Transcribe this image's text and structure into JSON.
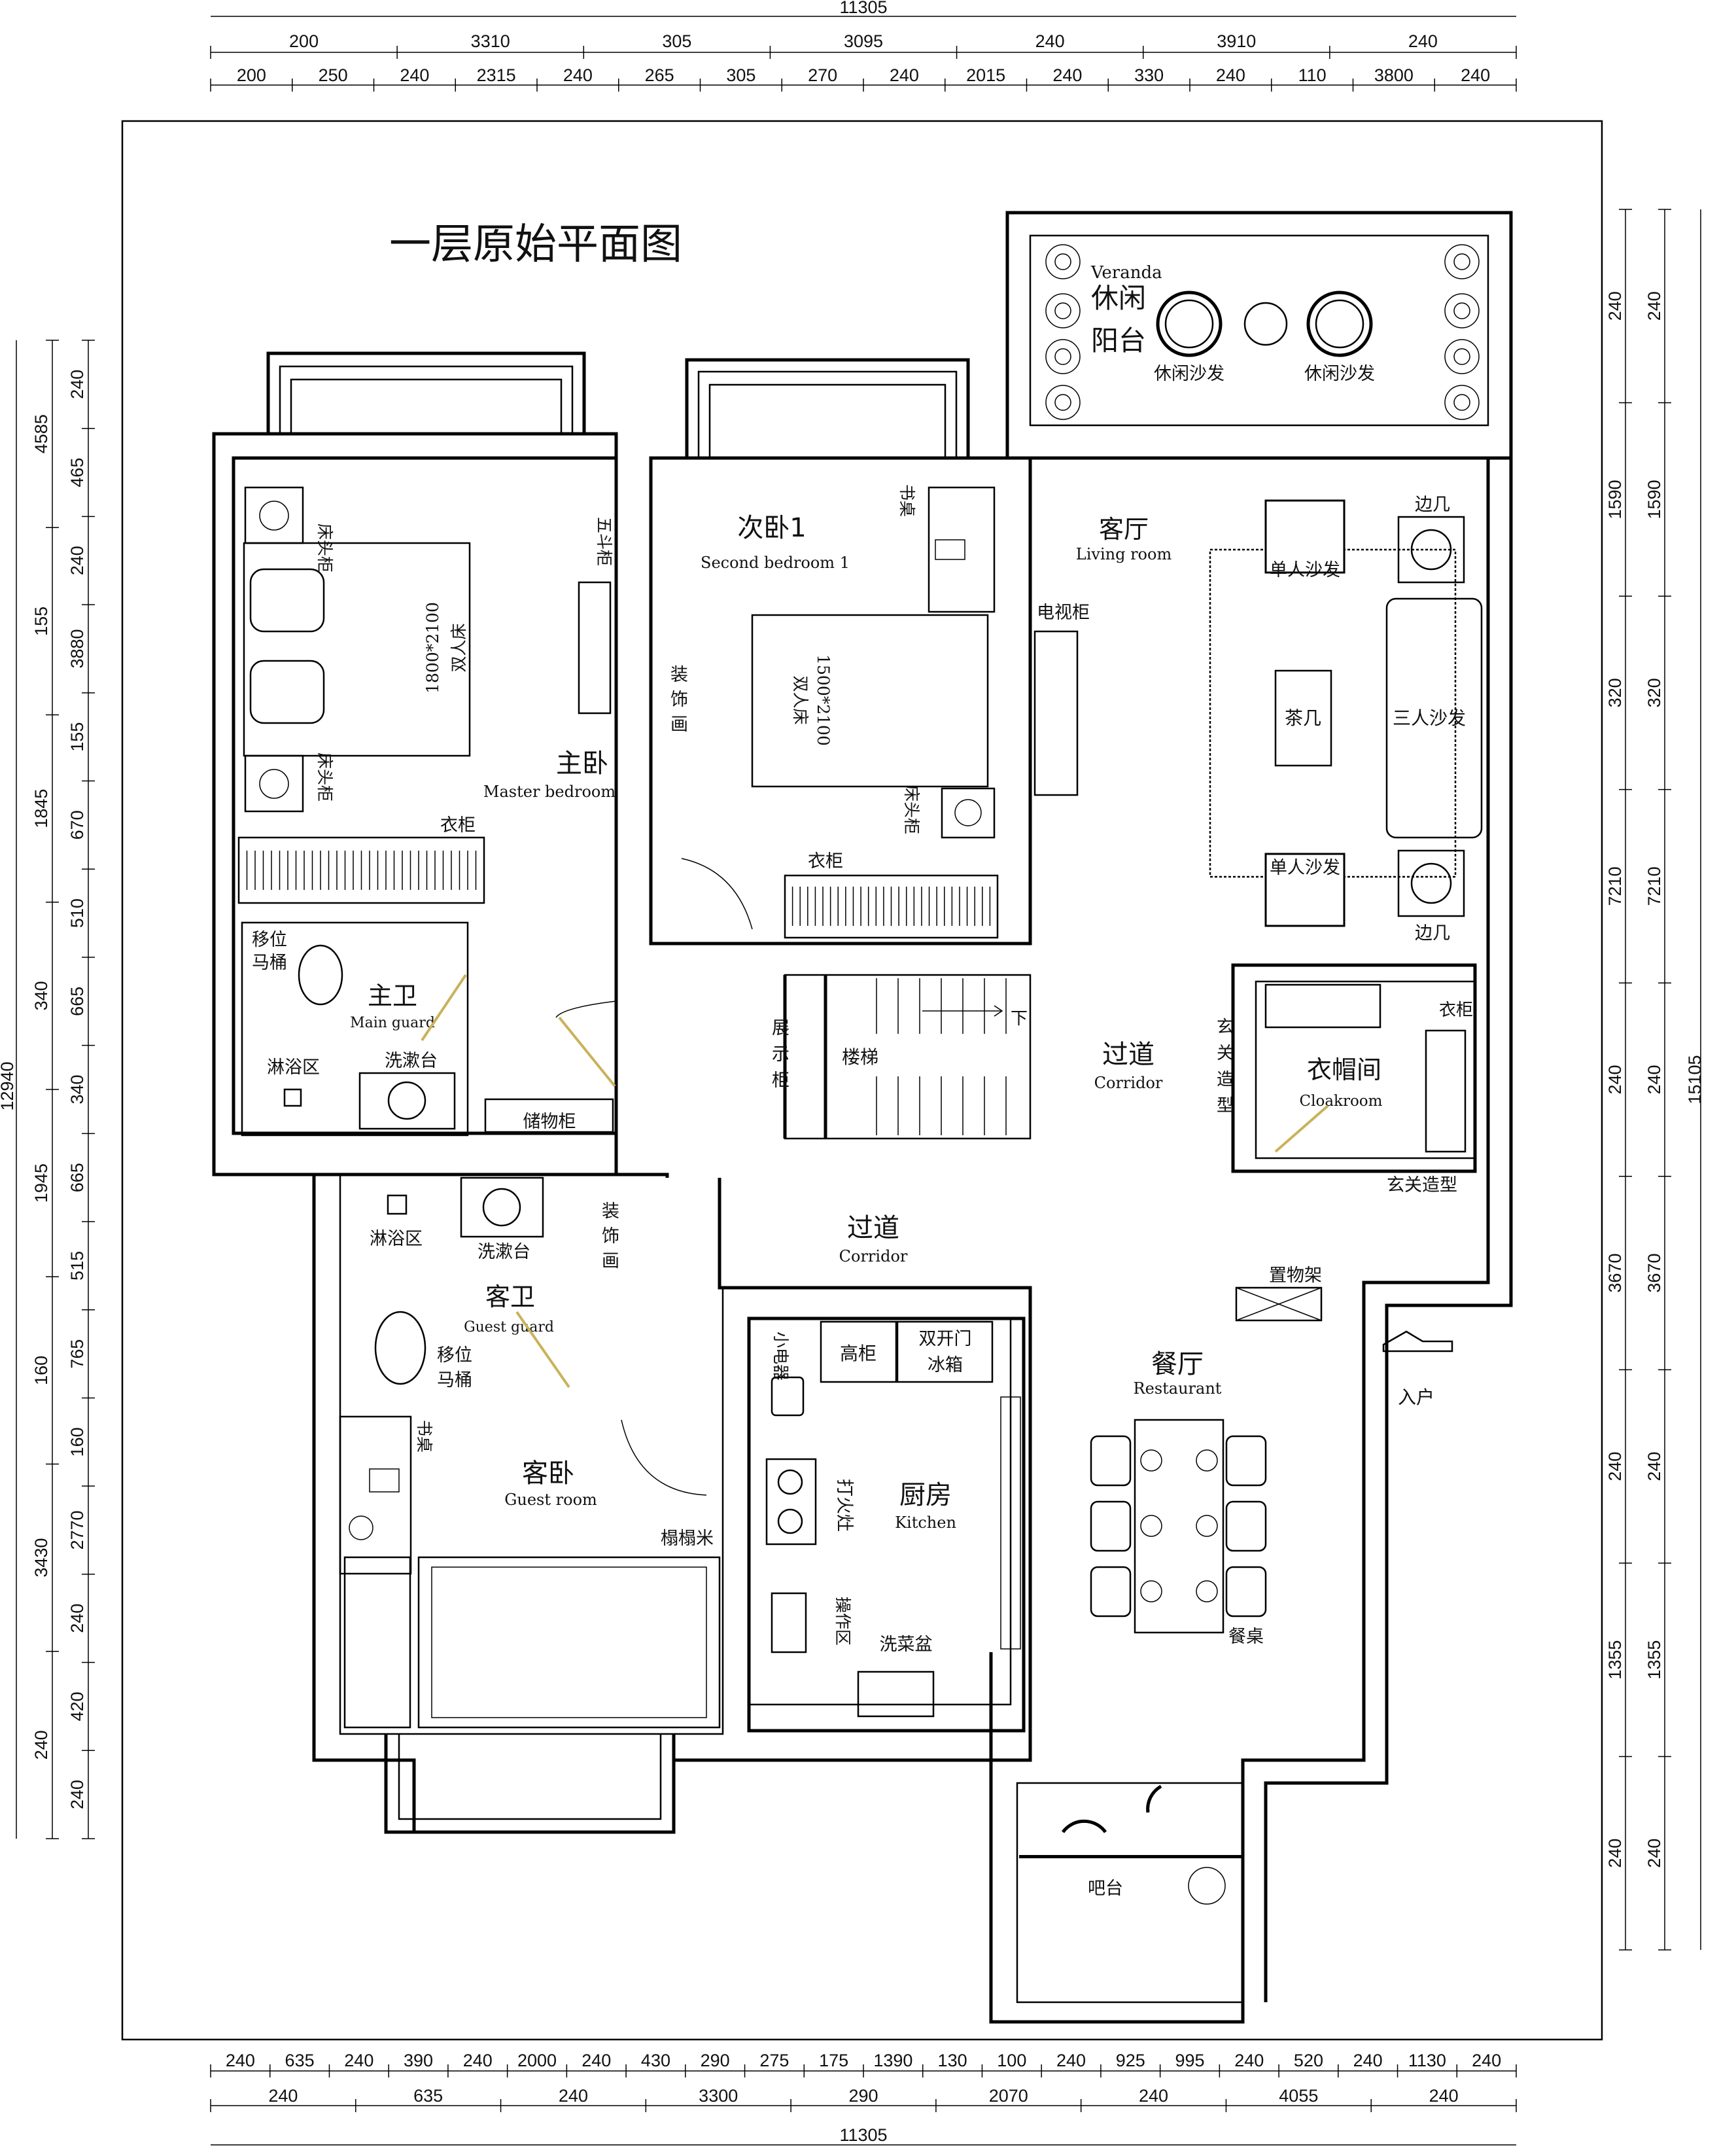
{
  "title": "一层原始平面图",
  "dimensions": {
    "top_total": "11305",
    "top_row1": [
      "200",
      "3310",
      "305",
      "3095",
      "240",
      "3910",
      "240"
    ],
    "top_row2": [
      "200",
      "250",
      "240",
      "2315",
      "240",
      "265",
      "305",
      "270",
      "240",
      "2015",
      "240",
      "330",
      "240",
      "110",
      "3800",
      "240"
    ],
    "bottom_row1": [
      "240",
      "635",
      "240",
      "390",
      "240",
      "2000",
      "240",
      "430",
      "290",
      "275",
      "175",
      "1390",
      "130",
      "100",
      "240",
      "925",
      "995",
      "240",
      "520",
      "240",
      "1130",
      "240"
    ],
    "bottom_row2": [
      "240",
      "635",
      "240",
      "3300",
      "290",
      "2070",
      "240",
      "4055",
      "240"
    ],
    "bottom_total": "11305",
    "left_total": "12940",
    "left_col1": [
      "4585",
      "155",
      "1845",
      "340",
      "1945",
      "160",
      "3430",
      "240"
    ],
    "left_col2": [
      "240",
      "465",
      "240",
      "3880",
      "155",
      "670",
      "510",
      "665",
      "340",
      "665",
      "515",
      "765",
      "160",
      "2770",
      "240",
      "420",
      "240"
    ],
    "right_total": "15105",
    "right_col1": [
      "240",
      "1590",
      "320",
      "7210",
      "240",
      "3670",
      "240",
      "1355",
      "240"
    ],
    "right_col2": [
      "240",
      "1590",
      "320",
      "7210",
      "240",
      "3670",
      "240",
      "1355",
      "240"
    ]
  },
  "rooms": {
    "veranda": {
      "en": "Veranda",
      "zh_line1": "休闲",
      "zh_line2": "阳台"
    },
    "master": {
      "zh": "主卧",
      "en": "Master bedroom"
    },
    "second": {
      "zh": "次卧1",
      "en": "Second bedroom 1"
    },
    "living": {
      "zh": "客厅",
      "en": "Living room"
    },
    "main_bath": {
      "zh": "主卫",
      "en": "Main guard"
    },
    "guest_bath": {
      "zh": "客卫",
      "en": "Guest guard"
    },
    "guest_room": {
      "zh": "客卧",
      "en": "Guest room"
    },
    "kitchen": {
      "zh": "厨房",
      "en": "Kitchen"
    },
    "restaurant": {
      "zh": "餐厅",
      "en": "Restaurant"
    },
    "corridor_a": {
      "zh": "过道",
      "en": "Corridor"
    },
    "corridor_b": {
      "zh": "过道",
      "en": "Corridor"
    },
    "cloakroom": {
      "zh": "衣帽间",
      "en": "Cloakroom"
    }
  },
  "labels": {
    "leisure_sofa_1": "休闲沙发",
    "leisure_sofa_2": "休闲沙发",
    "side_table_top": "边几",
    "side_table_bottom": "边几",
    "single_sofa_top": "单人沙发",
    "single_sofa_bottom": "单人沙发",
    "tea_table": "茶几",
    "three_seat_sofa": "三人沙发",
    "tv_cabinet": "电视柜",
    "bedside_1": "床头柜",
    "bedside_2": "床头柜",
    "bedside_3": "床头柜",
    "double_bed_size_1": "1800*2100",
    "double_bed_1": "双人床",
    "double_bed_size_2": "1500*2100",
    "double_bed_2": "双人床",
    "chest": "五斗柜",
    "deco_painting_1": "装饰画",
    "deco_painting_2": "装饰画",
    "wardrobe_1": "衣柜",
    "wardrobe_2": "衣柜",
    "wardrobe_3": "衣柜",
    "desk_1": "书桌",
    "desk_2": "书桌",
    "move_toilet_1_l1": "移位",
    "move_toilet_1_l2": "马桶",
    "move_toilet_2_l1": "移位",
    "move_toilet_2_l2": "马桶",
    "shower_1": "淋浴区",
    "shower_2": "淋浴区",
    "basin_1": "洗漱台",
    "basin_2": "洗漱台",
    "storage": "储物柜",
    "display": "展示柜",
    "stairs": "楼梯",
    "down": "下",
    "entry_deco_1": "玄关造型",
    "entry_deco_2": "玄关造型",
    "rack": "置物架",
    "entry": "入户",
    "tall_cabinet": "高柜",
    "fridge_l1": "双开门",
    "fridge_l2": "冰箱",
    "small_appliance": "小电器",
    "stove": "打火灶",
    "prep_area": "操作区",
    "sink": "洗菜盆",
    "tatami": "榻榻米",
    "dining_table": "餐桌",
    "bar": "吧台"
  },
  "colors": {
    "wall": "#000000",
    "door": "#c9b25a",
    "background": "#ffffff"
  }
}
